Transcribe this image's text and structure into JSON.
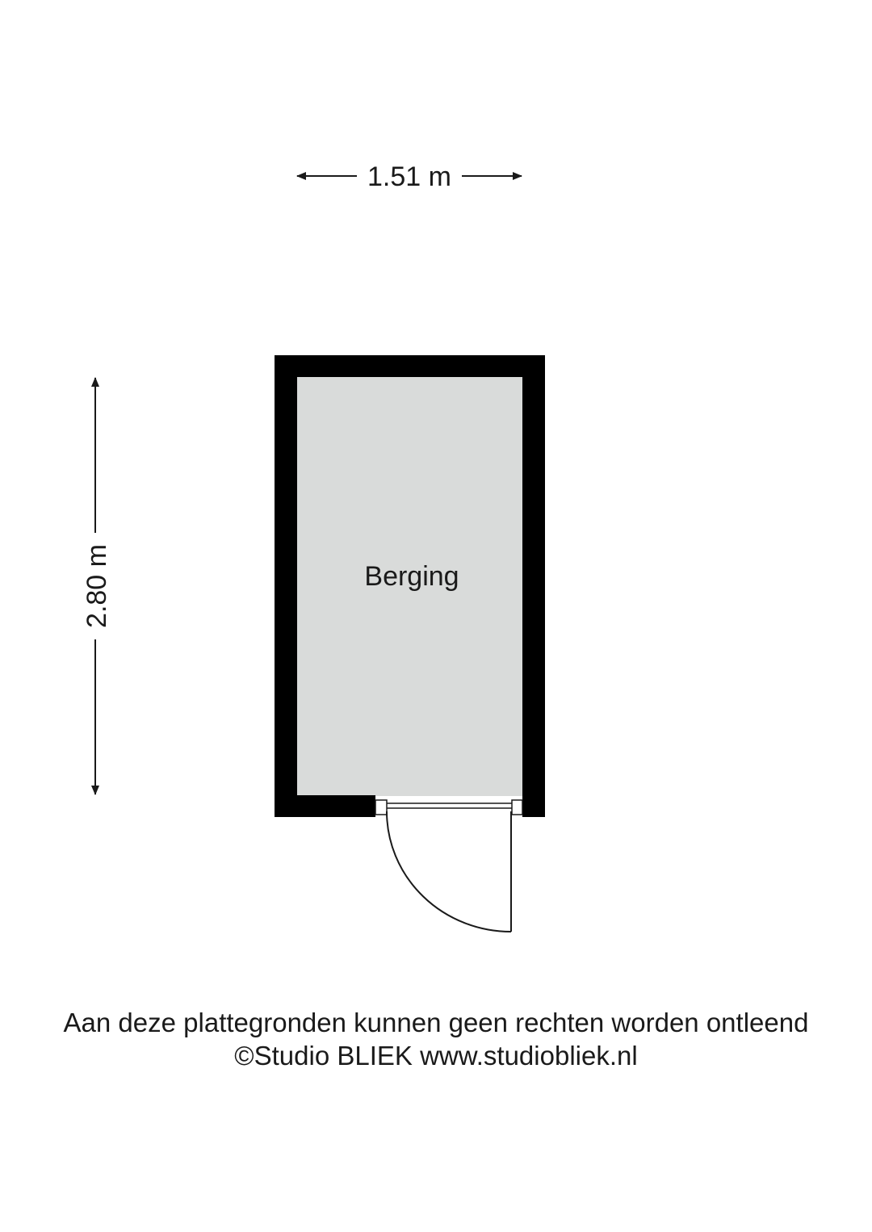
{
  "colors": {
    "wall": "#000000",
    "floor": "#d9dbda",
    "text": "#1a1a1a"
  },
  "dimensions": {
    "width_label": "1.51 m",
    "height_label": "2.80 m"
  },
  "rooms": [
    {
      "label": "Berging"
    }
  ],
  "footer": {
    "disclaimer": "Aan deze plattegronden kunnen geen rechten worden ontleend",
    "credit": "©Studio BLIEK www.studiobliek.nl"
  }
}
